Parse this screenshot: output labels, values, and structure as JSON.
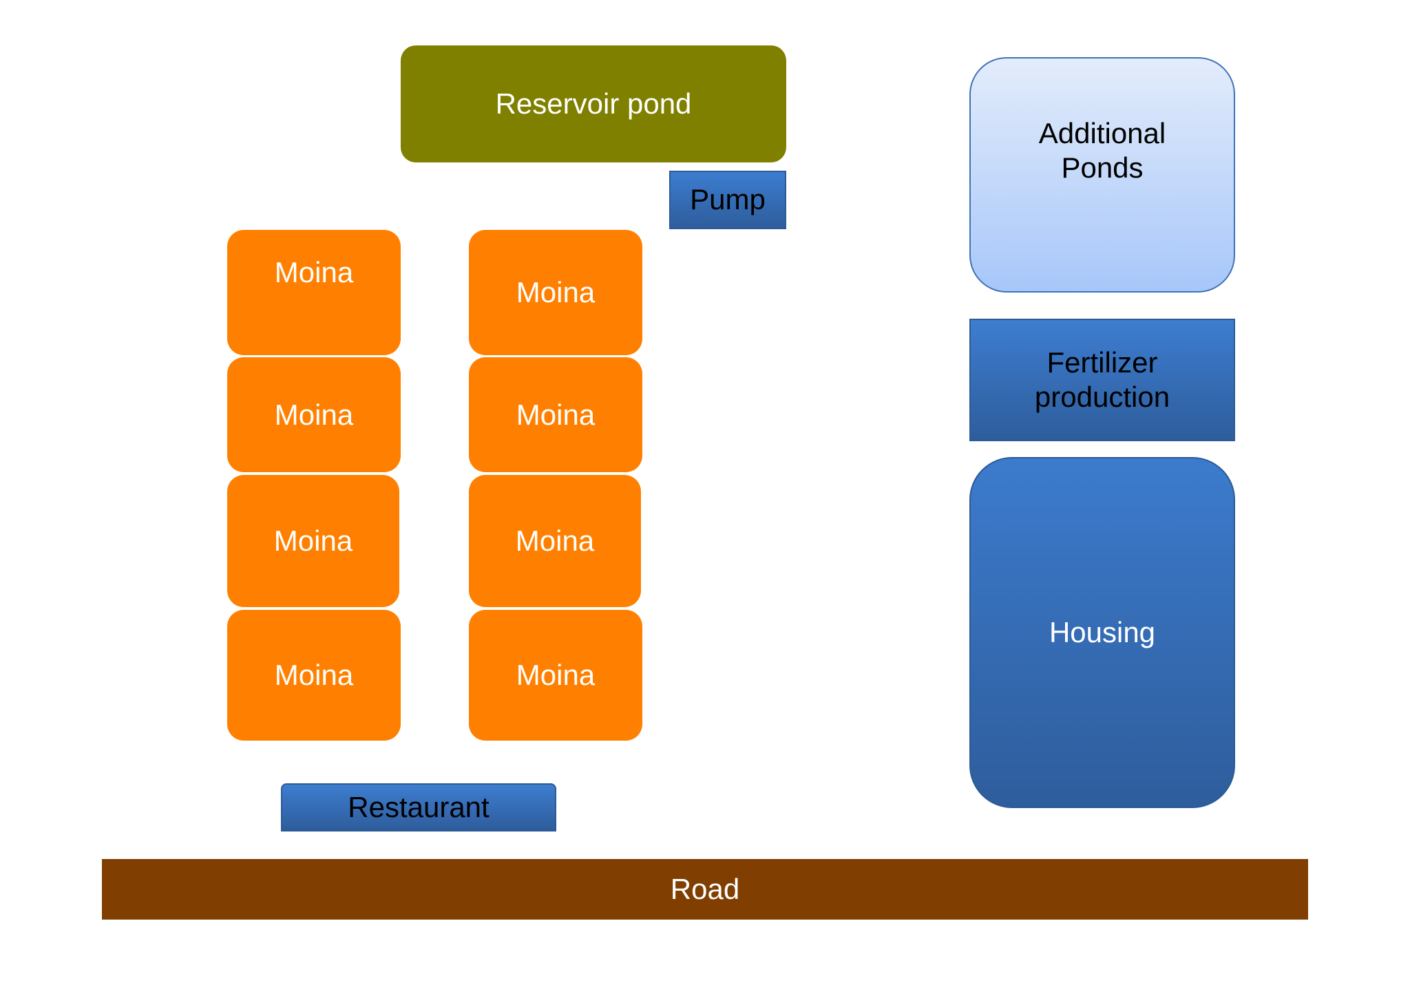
{
  "reservoir": {
    "label": "Reservoir pond"
  },
  "pump": {
    "label": "Pump"
  },
  "moina_ponds": {
    "label_1": "Moina",
    "label_2": "Moina",
    "label_3": "Moina",
    "label_4": "Moina",
    "label_5": "Moina",
    "label_6": "Moina",
    "label_7": "Moina",
    "label_8": "Moina"
  },
  "additional_ponds": {
    "line1": "Additional",
    "line2": "Ponds"
  },
  "fertilizer": {
    "line1": "Fertilizer",
    "line2": "production"
  },
  "housing": {
    "label": "Housing"
  },
  "restaurant": {
    "label": "Restaurant"
  },
  "road": {
    "label": "Road"
  },
  "colors": {
    "reservoir": "#808000",
    "moina": "#ff8000",
    "building_blue": "#3c7bcd",
    "ponds_light_blue": "#a7c7f9",
    "road": "#803f00"
  }
}
